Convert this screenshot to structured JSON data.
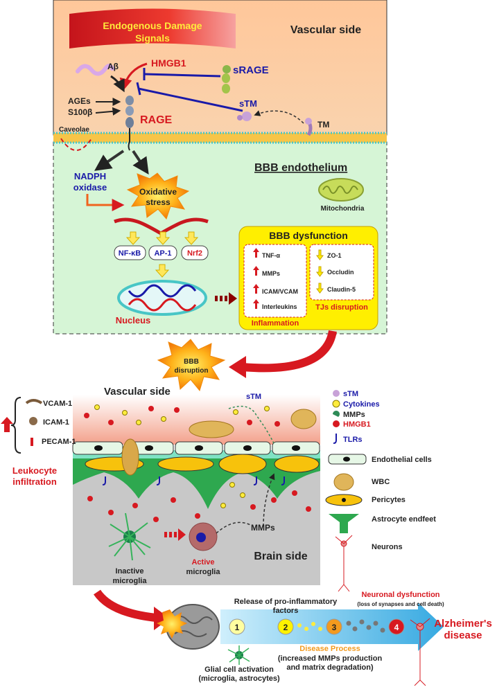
{
  "top": {
    "damage_signals_l1": "Endogenous Damage",
    "damage_signals_l2": "Signals",
    "vascular_side": "Vascular side",
    "abeta": "Aβ",
    "hmgb1": "HMGB1",
    "srage": "sRAGE",
    "ages": "AGEs",
    "s100b": "S100β",
    "stm": "sTM",
    "tm": "TM",
    "rage": "RAGE",
    "caveolae": "Caveolae",
    "bbb_endothelium": "BBB endothelium",
    "nadph_l1": "NADPH",
    "nadph_l2": "oxidase",
    "oxidative_l1": "Oxidative",
    "oxidative_l2": "stress",
    "mitochondria": "Mitochondria",
    "nfkb": "NF-κB",
    "ap1": "AP-1",
    "nrf2": "Nrf2",
    "nucleus": "Nucleus",
    "dysfunction": {
      "title": "BBB dysfunction",
      "inflammation_items": [
        "TNF-α",
        "MMPs",
        "ICAM/VCAM",
        "Interleukins"
      ],
      "tj_items": [
        "ZO-1",
        "Occludin",
        "Claudin-5"
      ],
      "inflammation_label": "Inflammation",
      "tj_label": "TJs disruption"
    }
  },
  "disruption_l1": "BBB",
  "disruption_l2": "disruption",
  "middle": {
    "vascular_side": "Vascular side",
    "adhesion": [
      "VCAM-1",
      "ICAM-1",
      "PECAM-1"
    ],
    "leukocyte_l1": "Leukocyte",
    "leukocyte_l2": "infiltration",
    "stm_label": "sTM",
    "mmps_label": "MMPs",
    "brain_side": "Brain side",
    "active_l1": "Active",
    "active_l2": "microglia",
    "inactive_l1": "Inactive",
    "inactive_l2": "microglia"
  },
  "legend": {
    "stm": "sTM",
    "cytokines": "Cytokines",
    "mmps": "MMPs",
    "hmgb1": "HMGB1",
    "tlrs": "TLRs",
    "endothelial": "Endothelial cells",
    "wbc": "WBC",
    "pericytes": "Pericytes",
    "astrocyte": "Astrocyte endfeet",
    "neurons": "Neurons"
  },
  "bottom": {
    "release_l1": "Release of pro-inflammatory",
    "release_l2": "factors",
    "neuronal_l1": "Neuronal dysfunction",
    "neuronal_l2": "(loss of synapses and cell death)",
    "ad_l1": "Alzheimer's",
    "ad_l2": "disease",
    "steps": [
      "1",
      "2",
      "3",
      "4"
    ],
    "disease_process": "Disease Process",
    "increased_l1": "(increased MMPs production",
    "increased_l2": "and matrix degradation)",
    "glial_l1": "Glial cell activation",
    "glial_l2": "(microglia, astrocytes)"
  },
  "colors": {
    "vascular_bg": "#f8c9a0",
    "endothelium_bg": "#d6f5d6",
    "red": "#d71920",
    "blue": "#1a1aa8",
    "yellow_box": "#ffef00",
    "brain_bg": "#c8c8c8"
  }
}
